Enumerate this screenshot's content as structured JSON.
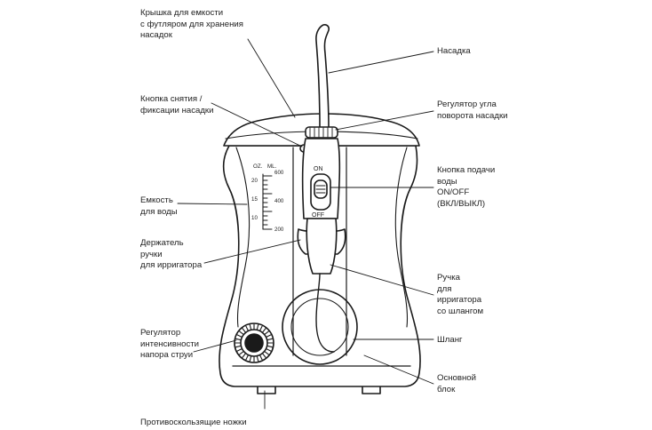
{
  "labels": {
    "lid": [
      "Крышка для емкости",
      "с футляром для хранения",
      "насадок"
    ],
    "release_button": [
      "Кнопка снятия /",
      "фиксации насадки"
    ],
    "reservoir": [
      "Емкость",
      "для воды"
    ],
    "handle_holder": [
      "Держатель",
      "ручки",
      "для ирригатора"
    ],
    "pressure_regulator": [
      "Регулятор",
      "интенсивности",
      "напора струи"
    ],
    "feet": [
      "Противоскользящие ножки"
    ],
    "tip": [
      "Насадка"
    ],
    "rotation_regulator": [
      "Регулятор угла",
      "поворота насадки"
    ],
    "water_button": [
      "Кнопка подачи",
      "воды",
      "ON/OFF",
      "(ВКЛ/ВЫКЛ)"
    ],
    "handle": [
      "Ручка",
      "для",
      "ирригатора",
      "со шлангом"
    ],
    "hose": [
      "Шланг"
    ],
    "base": [
      "Основной",
      "блок"
    ]
  },
  "scale": {
    "oz_header": "OZ.",
    "ml_header": "ML.",
    "oz_ticks": [
      "20",
      "15",
      "10"
    ],
    "ml_ticks": [
      "600",
      "400",
      "200"
    ]
  },
  "switch": {
    "on": "ON",
    "off": "OFF"
  },
  "colors": {
    "line": "#1a1a1a",
    "text": "#222222",
    "background": "#ffffff"
  }
}
